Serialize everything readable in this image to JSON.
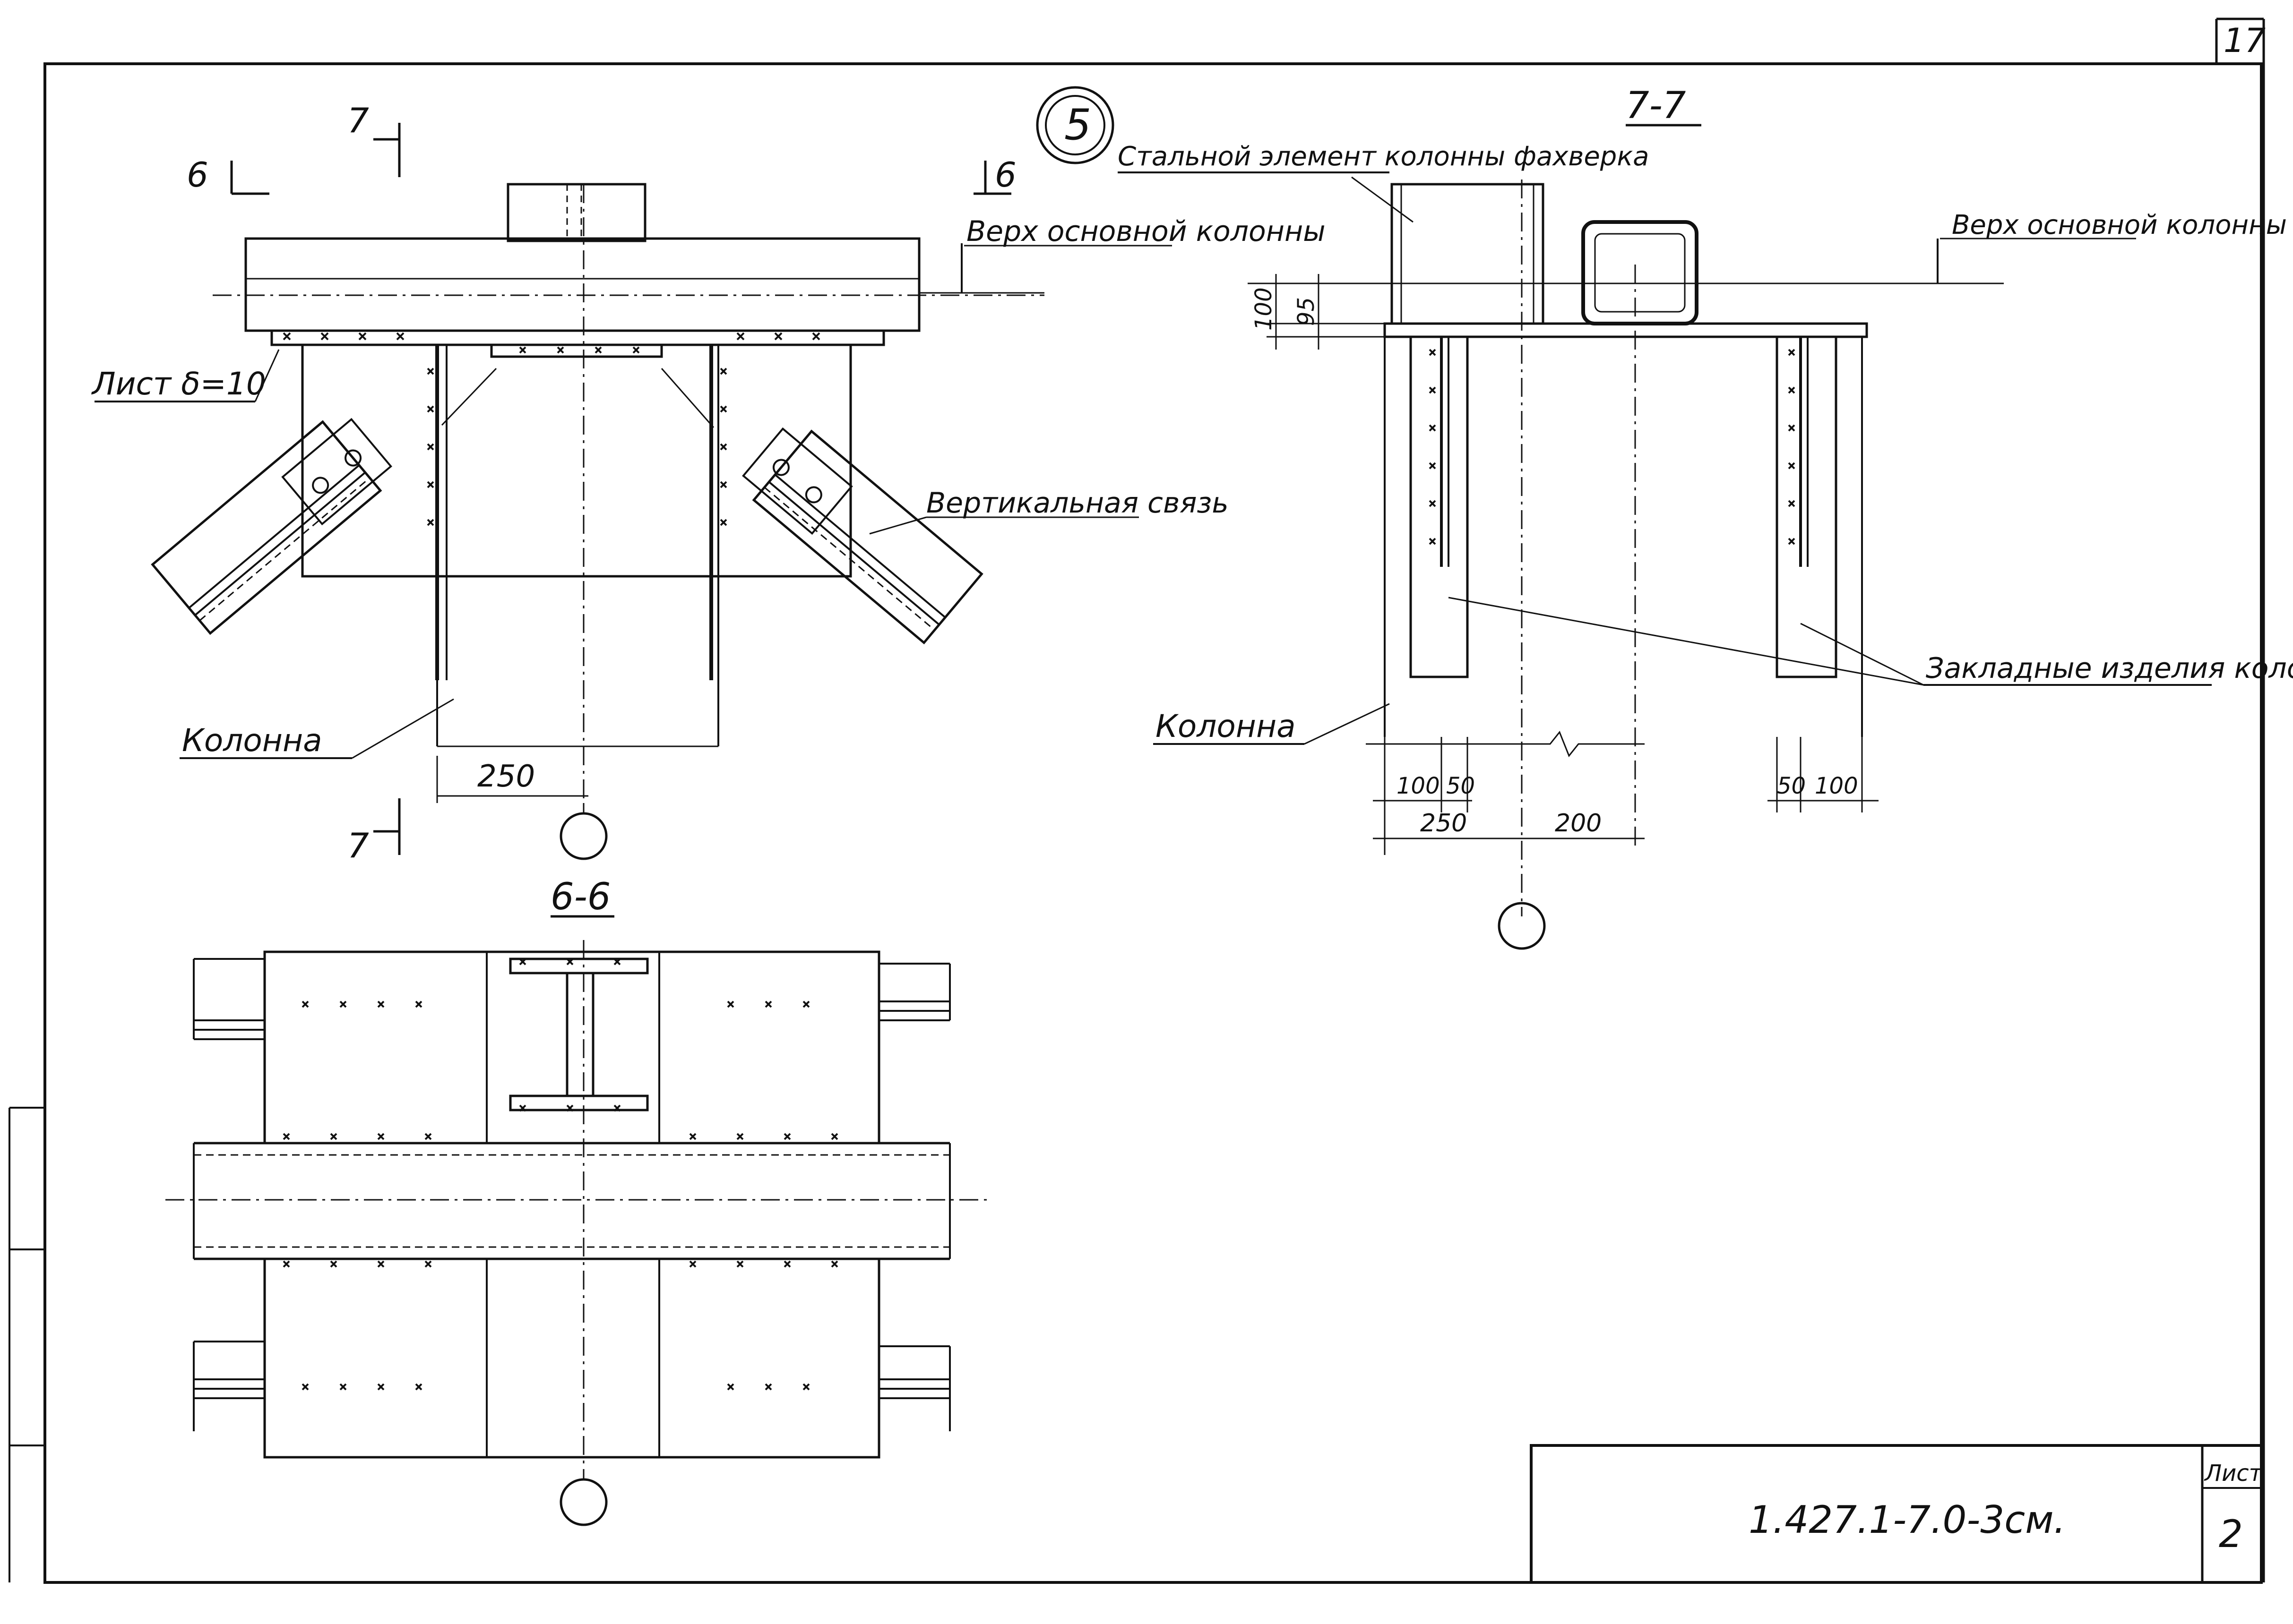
{
  "sheet_number_top": "17",
  "detail_marker": "5",
  "view_main": {
    "cut_mark_6": "6",
    "cut_mark_7": "7",
    "label_sheet_plate": "Лист δ=10",
    "label_top_main_column": "Верх основной колонны",
    "label_vertical_brace": "Вертикальная связь",
    "label_column": "Колонна",
    "dim_250": "250"
  },
  "view_7_7": {
    "title": "7-7",
    "label_steel_element": "Стальной элемент колонны фахверка",
    "label_top_main_column": "Верх основной колонны",
    "label_embedded_items": "Закладные изделия колонны",
    "label_column": "Колонна",
    "dim_100": "100",
    "dim_95": "95",
    "dim_100b": "100",
    "dim_50": "50",
    "dim_250": "250",
    "dim_200": "200",
    "dim_50b": "50",
    "dim_100c": "100"
  },
  "view_6_6": {
    "title": "6-6"
  },
  "title_block": {
    "document_code": "1.427.1-7.0-3см.",
    "sheet_label": "Лист",
    "sheet_number": "2"
  }
}
